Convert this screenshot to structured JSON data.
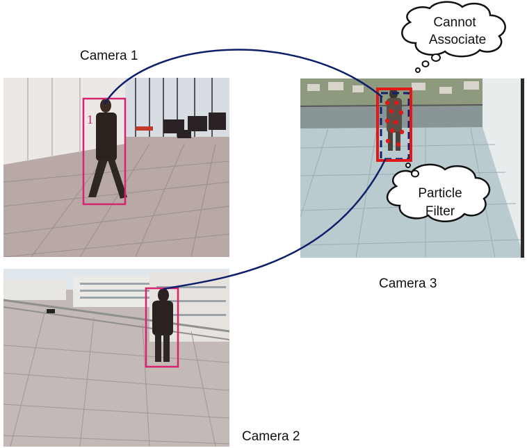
{
  "labels": {
    "camera1": "Camera 1",
    "camera2": "Camera 2",
    "camera3": "Camera 3"
  },
  "id_marker": "1",
  "clouds": {
    "cannot_associate": [
      "Cannot",
      "Associate"
    ],
    "particle_filter": [
      "Particle",
      "Filter"
    ]
  },
  "colors": {
    "track_box": "#d6246e",
    "track_curve": "#0d1e6b",
    "particle_box": "#e01818",
    "particle_dots": "#e01818",
    "dashed_box": "#10206a"
  }
}
